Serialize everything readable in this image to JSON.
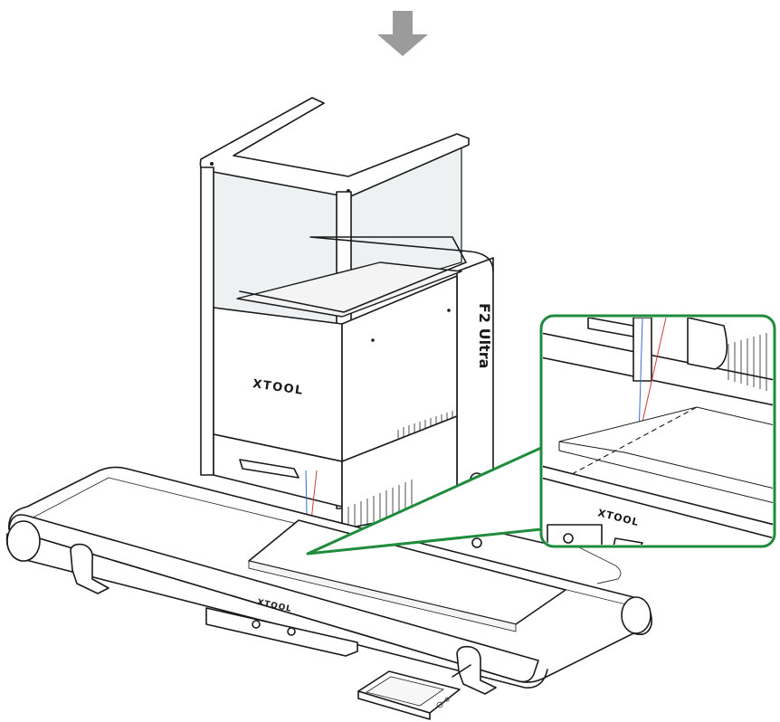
{
  "diagram": {
    "arrow": {
      "direction": "down",
      "color": "#9b9b9b",
      "icon": "down-arrow-icon"
    },
    "machine": {
      "front_logo": "XTOOL",
      "side_logo": "F2 Ultra"
    },
    "conveyor": {
      "logo": "XTOOL"
    },
    "callout": {
      "border_color": "#1e8c3c",
      "logo": "XTOOL",
      "beam_colors": [
        "#d23a3a",
        "#3a6ad2"
      ]
    },
    "controller": {
      "icon": "control-panel-icon"
    }
  }
}
